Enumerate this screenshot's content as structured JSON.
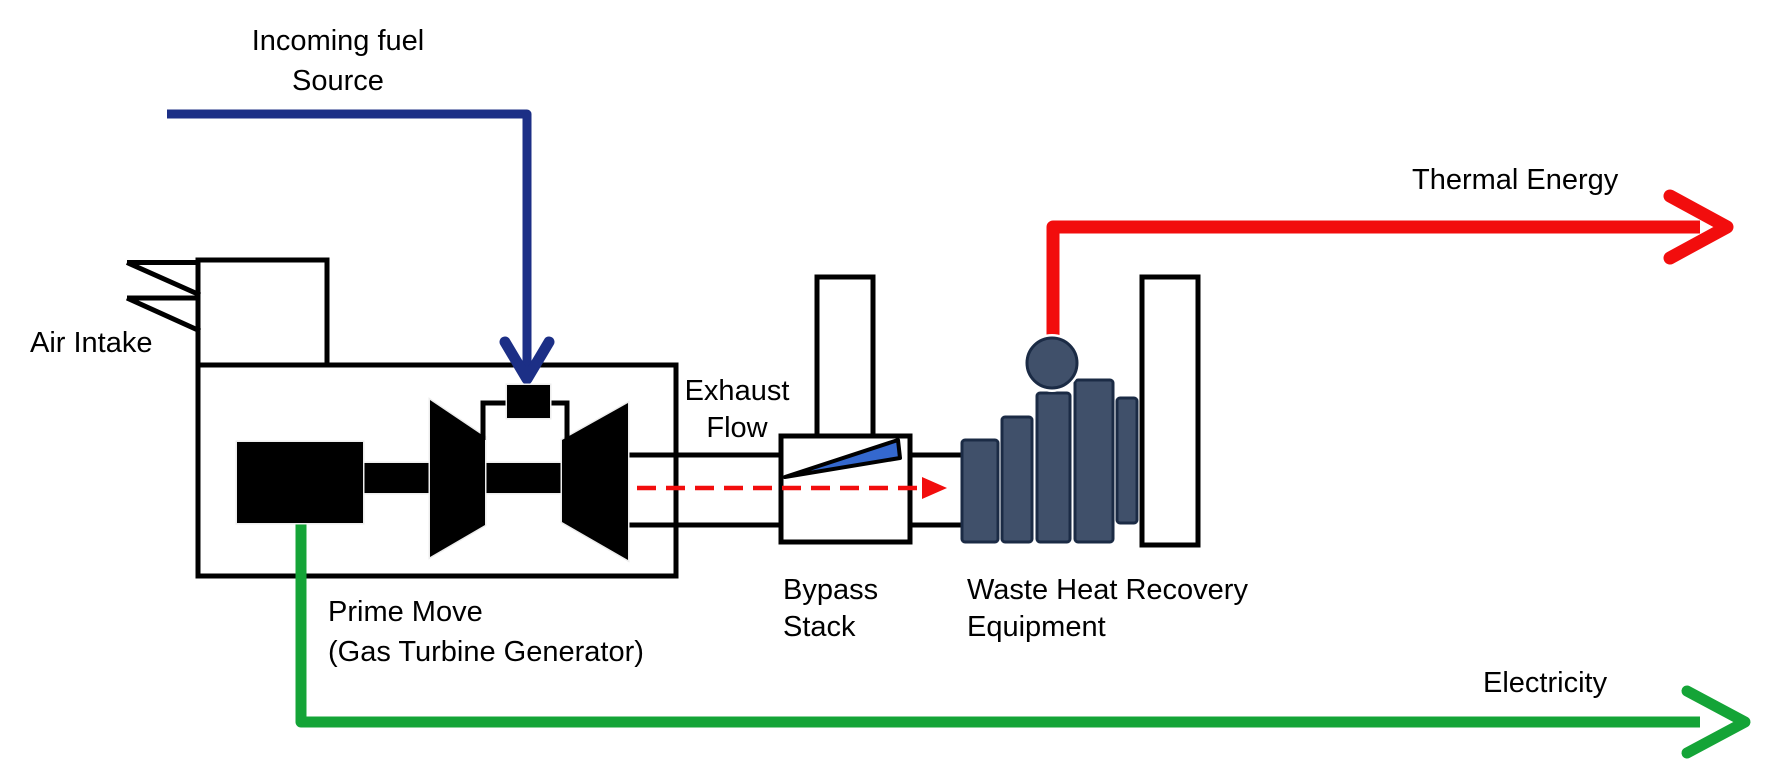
{
  "colors": {
    "fuel": "#1c2f86",
    "thermal": "#f20d0d",
    "electric": "#14a437",
    "equipment": "#40506a",
    "equipment_border": "#1b2b45",
    "damper": "#3468ce"
  },
  "nodes": {
    "fuel": {
      "line1": "Incoming fuel",
      "line2": "Source"
    },
    "air_intake": {
      "label": "Air Intake"
    },
    "exhaust": {
      "line1": "Exhaust",
      "line2": "Flow"
    },
    "prime_mover": {
      "line1": "Prime Move",
      "line2": "(Gas Turbine Generator)"
    },
    "bypass_stack": {
      "line1": "Bypass",
      "line2": "Stack"
    },
    "waste_heat_recovery": {
      "line1": "Waste Heat Recovery",
      "line2": "Equipment"
    },
    "thermal": {
      "label": "Thermal Energy"
    },
    "electricity": {
      "label": "Electricity"
    }
  }
}
